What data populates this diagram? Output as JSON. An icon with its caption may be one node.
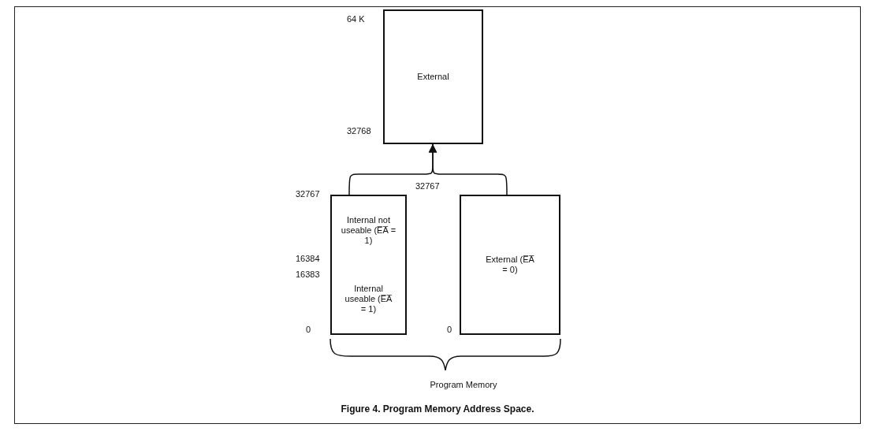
{
  "diagram": {
    "caption": "Figure 4.  Program Memory Address Space.",
    "nodes": [
      {
        "text": [
          "External"
        ],
        "beside": [
          "64 K",
          "32768"
        ]
      },
      {
        "text": [
          "Internal not useable (E̅A̅ = 1)"
        ],
        "beside": [
          "32767",
          "16384"
        ]
      },
      {
        "text": [
          "Internal useable (E̅A̅ = 1)"
        ],
        "beside": [
          "16383",
          "0"
        ]
      },
      {
        "text": [
          "External (E̅A̅ = 0)"
        ],
        "beside": [
          "0"
        ]
      }
    ],
    "edges": [
      {
        "from": 1,
        "to": 0,
        "arrow": "to"
      },
      {
        "from": 3,
        "to": 0,
        "arrow": "to"
      }
    ],
    "labels": [
      "32767",
      "Program Memory"
    ]
  }
}
